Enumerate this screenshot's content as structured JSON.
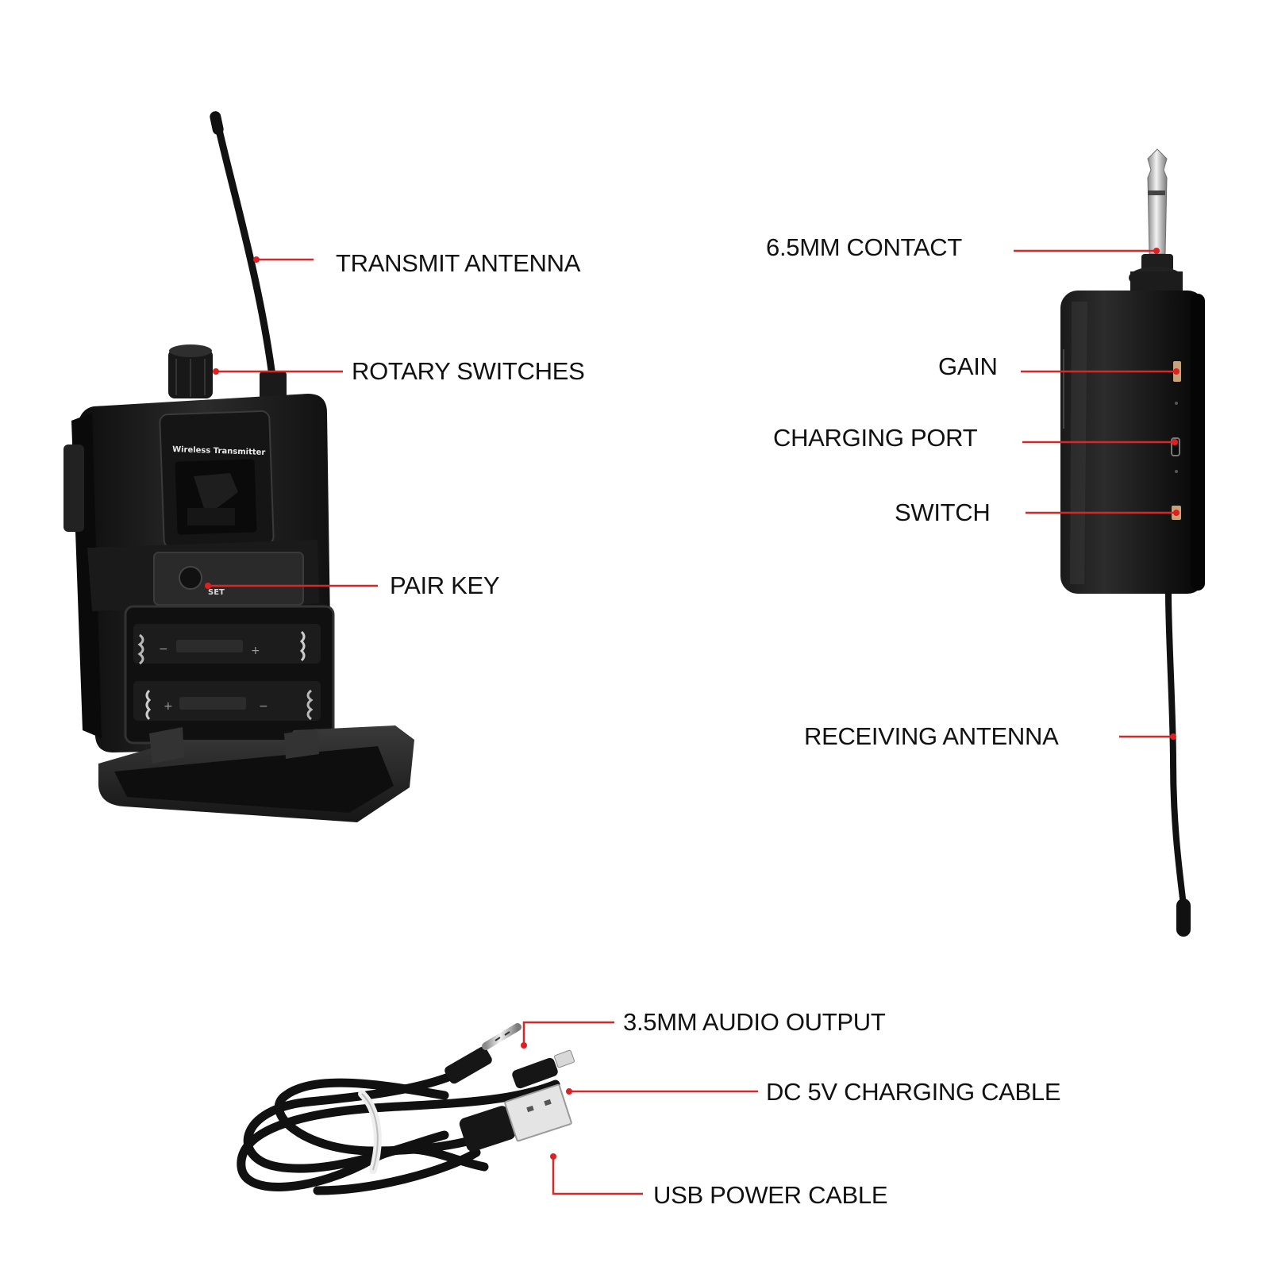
{
  "callouts": {
    "transmit_antenna": "TRANSMIT ANTENNA",
    "rotary_switches": "ROTARY SWITCHES",
    "pair_key": "PAIR KEY",
    "contact_6_5mm": "6.5MM CONTACT",
    "gain": "GAIN",
    "charging_port": "CHARGING PORT",
    "switch": "SWITCH",
    "receiving_antenna": "RECEIVING ANTENNA",
    "audio_output_3_5mm": "3.5MM AUDIO OUTPUT",
    "dc_charging_cable": "DC 5V CHARGING CABLE",
    "usb_power_cable": "USB POWER CABLE"
  },
  "device_print": {
    "lcd_caption": "Wireless Transmitter",
    "set_button": "SET"
  },
  "colors": {
    "leader_line": "#d62828",
    "device_body": "#1c1c1c",
    "label_text": "#111111"
  }
}
